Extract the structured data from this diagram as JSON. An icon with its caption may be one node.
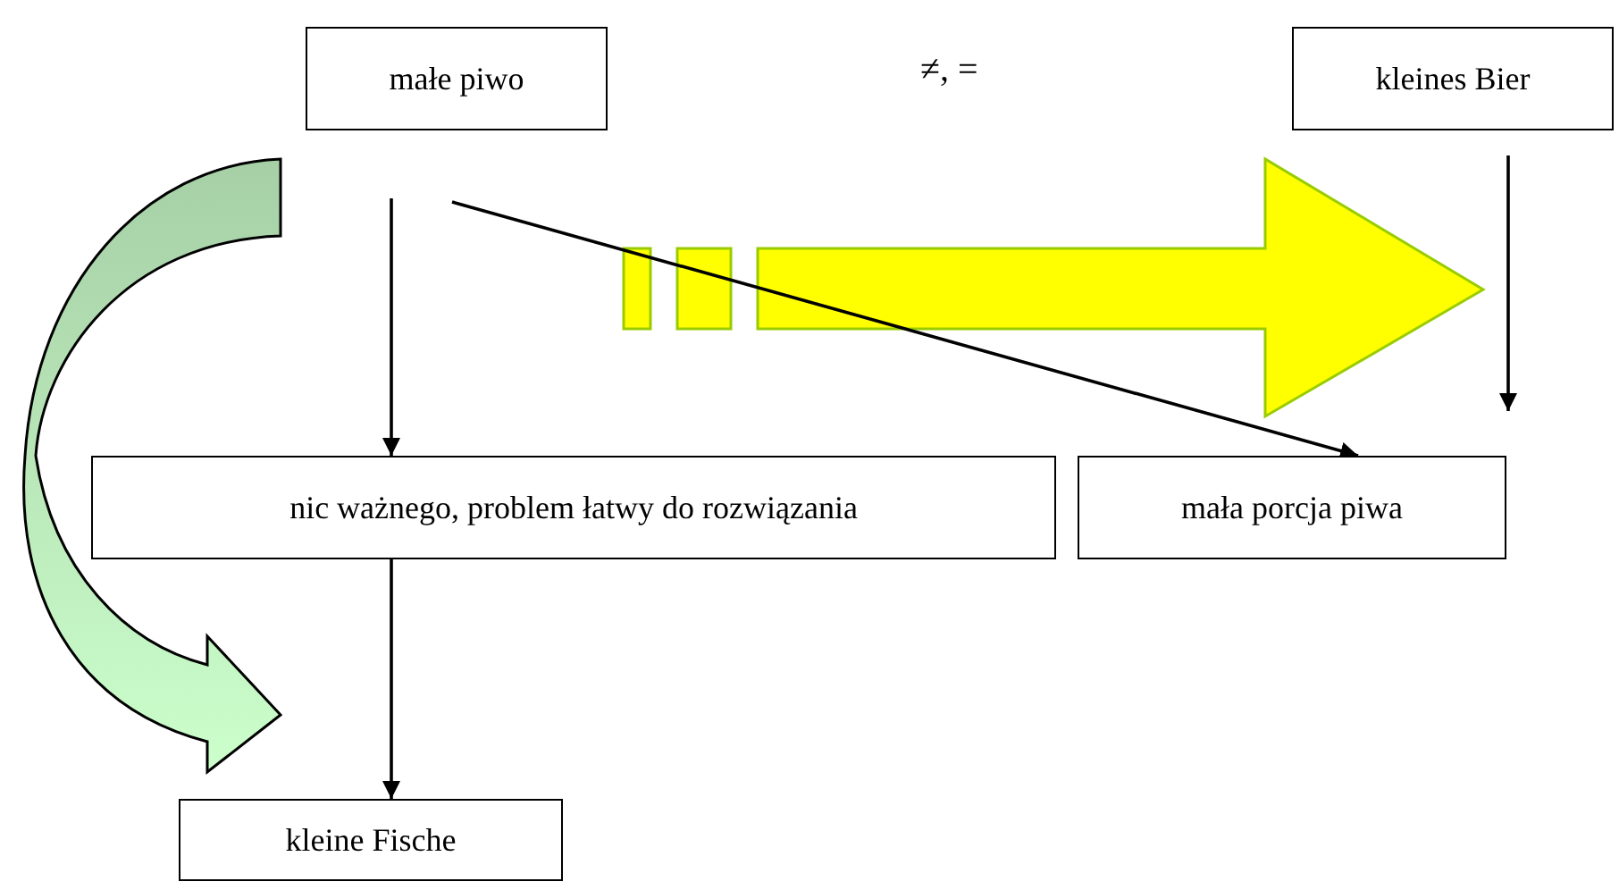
{
  "diagram": {
    "nodes": [
      {
        "text": [
          "małe piwo"
        ]
      },
      {
        "text": [
          "kleines Bier"
        ]
      },
      {
        "text": [
          "nic ważnego, problem łatwy do rozwiązania"
        ]
      },
      {
        "text": [
          "mała porcja piwa"
        ]
      },
      {
        "text": [
          "kleine Fische"
        ]
      }
    ],
    "edges": [
      {
        "from": 0,
        "to": 2,
        "arrow": "to"
      },
      {
        "from": 0,
        "to": 3,
        "arrow": "to"
      },
      {
        "from": 1,
        "to": 3,
        "arrow": "to"
      },
      {
        "from": 2,
        "to": 4,
        "arrow": "to"
      },
      {
        "from": 0,
        "to": 1,
        "arrow": "to",
        "style": "thick",
        "color": "#ffff00"
      },
      {
        "from": 0,
        "to": 4,
        "arrow": "to",
        "style": "thick",
        "color": "#a6cfa6"
      }
    ],
    "labels": [
      "≠, ="
    ]
  }
}
